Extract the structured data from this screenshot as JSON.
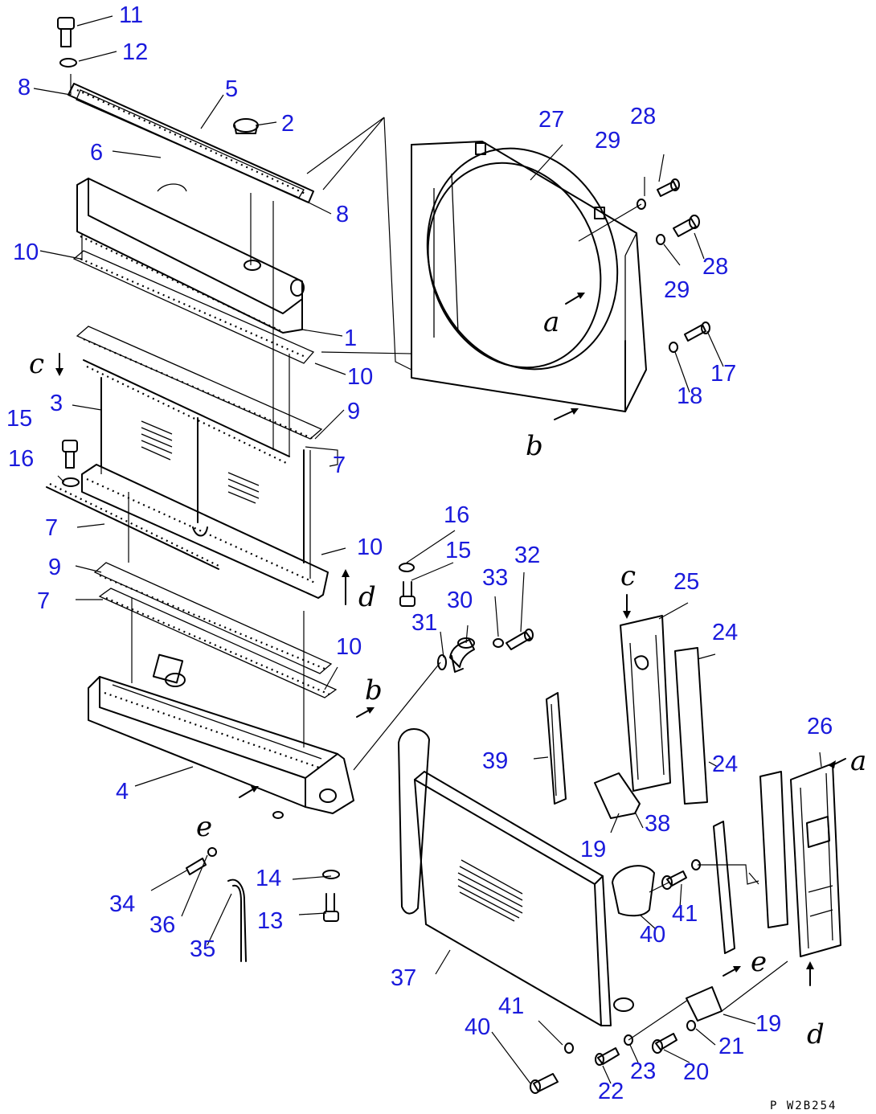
{
  "drawing_code": "P W2B254",
  "callouts": [
    {
      "text": "11"
    },
    {
      "text": "12"
    },
    {
      "text": "8"
    },
    {
      "text": "5"
    },
    {
      "text": "2"
    },
    {
      "text": "6"
    },
    {
      "text": "8"
    },
    {
      "text": "10"
    },
    {
      "text": "1"
    },
    {
      "text": "10"
    },
    {
      "text": "9"
    },
    {
      "text": "3"
    },
    {
      "text": "15"
    },
    {
      "text": "16"
    },
    {
      "text": "7"
    },
    {
      "text": "7"
    },
    {
      "text": "9"
    },
    {
      "text": "10"
    },
    {
      "text": "7"
    },
    {
      "text": "4"
    },
    {
      "text": "10"
    },
    {
      "text": "27"
    },
    {
      "text": "29"
    },
    {
      "text": "28"
    },
    {
      "text": "28"
    },
    {
      "text": "29"
    },
    {
      "text": "17"
    },
    {
      "text": "18"
    },
    {
      "text": "16"
    },
    {
      "text": "15"
    },
    {
      "text": "33"
    },
    {
      "text": "32"
    },
    {
      "text": "31"
    },
    {
      "text": "30"
    },
    {
      "text": "25"
    },
    {
      "text": "24"
    },
    {
      "text": "24"
    },
    {
      "text": "39"
    },
    {
      "text": "26"
    },
    {
      "text": "19"
    },
    {
      "text": "38"
    },
    {
      "text": "41"
    },
    {
      "text": "40"
    },
    {
      "text": "14"
    },
    {
      "text": "13"
    },
    {
      "text": "34"
    },
    {
      "text": "36"
    },
    {
      "text": "35"
    },
    {
      "text": "37"
    },
    {
      "text": "41"
    },
    {
      "text": "40"
    },
    {
      "text": "19"
    },
    {
      "text": "21"
    },
    {
      "text": "23"
    },
    {
      "text": "20"
    },
    {
      "text": "22"
    }
  ],
  "reference_letters": [
    {
      "text": "c"
    },
    {
      "text": "a"
    },
    {
      "text": "b"
    },
    {
      "text": "d"
    },
    {
      "text": "b"
    },
    {
      "text": "e"
    },
    {
      "text": "c"
    },
    {
      "text": "a"
    },
    {
      "text": "e"
    },
    {
      "text": "d"
    }
  ]
}
